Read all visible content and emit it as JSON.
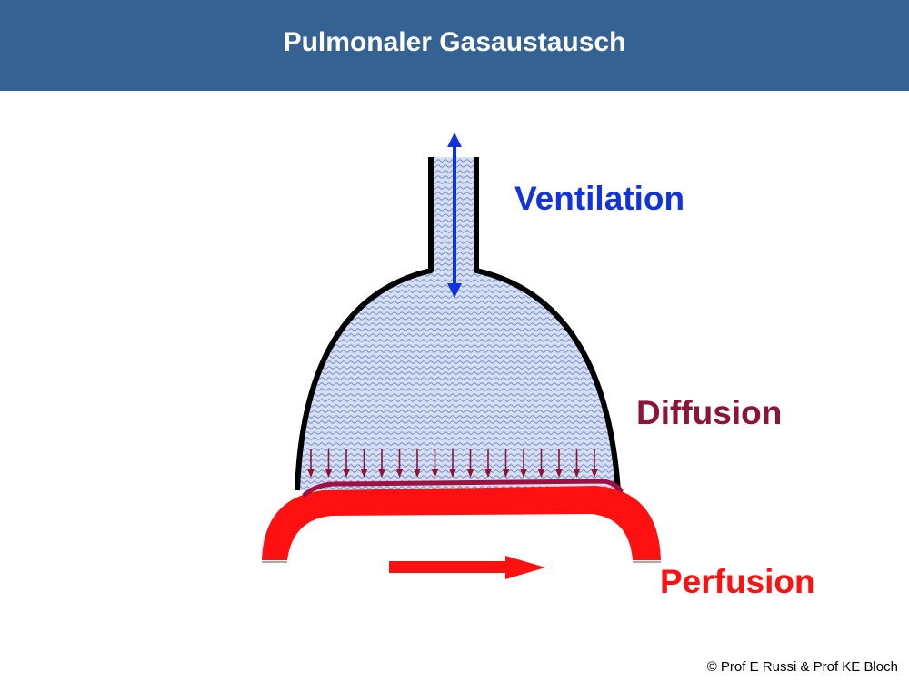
{
  "header": {
    "title": "Pulmonaler Gasaustausch"
  },
  "diagram": {
    "labels": {
      "ventilation": "Ventilation",
      "diffusion": "Diffusion",
      "perfusion": "Perfusion"
    },
    "colors": {
      "header_bg": "#356293",
      "ventilation": "#1133dd",
      "diffusion": "#8b1538",
      "perfusion": "#ff1111",
      "alveolus_fill": "#d6dff2",
      "alveolus_outline": "#000000"
    },
    "icons": {
      "ventilation": "double-arrow-vertical-icon",
      "diffusion": "arrow-down-icon",
      "perfusion": "arrow-right-icon"
    }
  },
  "footer": {
    "copyright": "© Prof E Russi & Prof KE Bloch"
  }
}
